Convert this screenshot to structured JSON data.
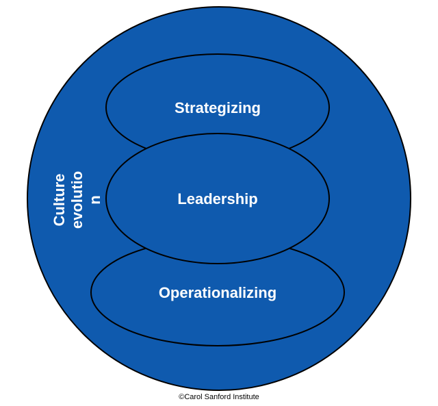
{
  "diagram": {
    "outer_label_line1": "Culture",
    "outer_label_line2": "evolutio",
    "outer_label_line3": "n",
    "top_label": "Strategizing",
    "middle_label": "Leadership",
    "bottom_label": "Operationalizing",
    "copyright": "©Carol Sanford Institute"
  },
  "colors": {
    "fill": "#0f5aae",
    "stroke": "#000000",
    "text": "#ffffff"
  }
}
